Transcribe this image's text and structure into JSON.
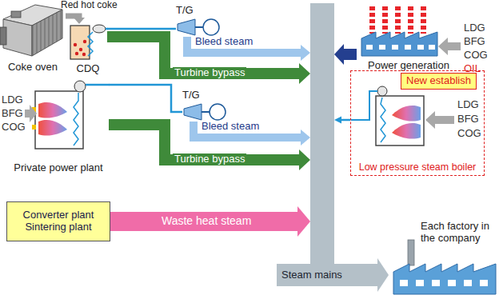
{
  "diagram": {
    "nodes": [
      {
        "text": [
          "Coke oven"
        ]
      },
      {
        "text": [
          "CDQ"
        ]
      },
      {
        "text": [
          "T/G"
        ]
      },
      {
        "text": [
          "Steam mains"
        ]
      },
      {
        "text": [
          "Power generation"
        ]
      },
      {
        "text": [
          "Private power plant"
        ]
      },
      {
        "text": [
          "T/G"
        ]
      },
      {
        "text": [
          "Low pressure steam boiler"
        ]
      },
      {
        "text": [
          "New establish"
        ],
        "in": 7
      },
      {
        "text": [
          "Converter plant",
          "Sintering plant"
        ]
      },
      {
        "text": [
          "Each factory in the company"
        ]
      }
    ],
    "edges": [
      {
        "from": 0,
        "to": 1,
        "label": "Red hot coke",
        "arrow": "to"
      },
      {
        "from": 1,
        "to": 2,
        "arrow": "none"
      },
      {
        "from": 2,
        "to": 3,
        "label": "Bleed steam",
        "arrow": "to"
      },
      {
        "from": 1,
        "to": 3,
        "label": "Turbine bypass",
        "arrow": "to"
      },
      {
        "from": 4,
        "to": 3,
        "arrow": "to"
      },
      {
        "from": 5,
        "to": 6,
        "arrow": "none"
      },
      {
        "from": 6,
        "to": 3,
        "label": "Bleed steam",
        "arrow": "to"
      },
      {
        "from": 5,
        "to": 3,
        "label": "Turbine bypass",
        "arrow": "to"
      },
      {
        "from": 7,
        "to": 3,
        "arrow": "to"
      },
      {
        "from": 9,
        "to": 3,
        "label": "Waste heat steam",
        "arrow": "to"
      },
      {
        "from": 3,
        "to": 10,
        "arrow": "to"
      }
    ],
    "labels": [
      "LDG",
      "BFG",
      "COG",
      "OIL",
      "LDG",
      "BFG",
      "COG",
      "LDG",
      "BFG",
      "COG"
    ]
  }
}
